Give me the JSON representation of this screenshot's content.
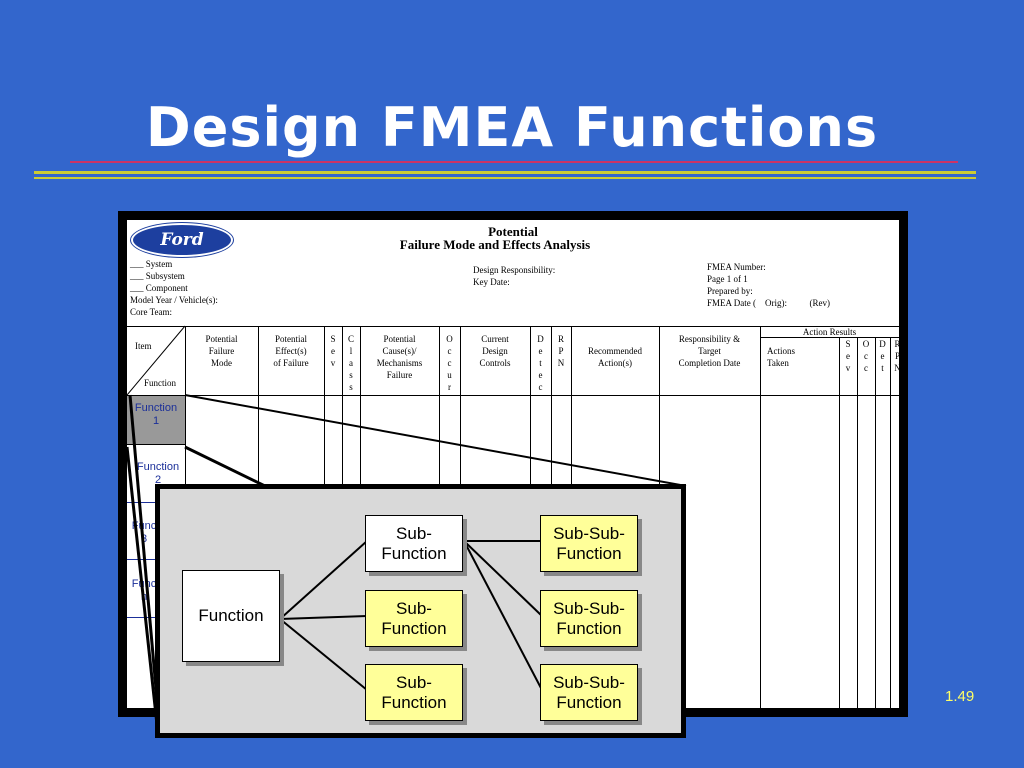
{
  "slide": {
    "title": "Design FMEA Functions",
    "page_number": "1.49"
  },
  "form": {
    "logo_text": "Ford",
    "title_line1": "Potential",
    "title_line2": "Failure Mode and Effects Analysis",
    "left_fields": [
      "___ System",
      "___ Subsystem",
      "___ Component",
      "Model Year / Vehicle(s):",
      "Core Team:"
    ],
    "middle_fields": [
      "Design Responsibility:",
      "Key Date:"
    ],
    "right_fields": [
      "FMEA Number:",
      "Page 1 of 1",
      "Prepared by:",
      "FMEA Date (    Orig):          (Rev)"
    ],
    "action_results": "Action Results",
    "item_header": "Item",
    "function_header": "Function",
    "columns": {
      "failure_mode": "Potential\nFailure\nMode",
      "effects": "Potential\nEffect(s)\nof Failure",
      "sev": "S\ne\nv",
      "class": "C\nl\na\ns\ns",
      "causes": "Potential\nCause(s)/\nMechanisms\nFailure",
      "occur": "O\nc\nc\nu\nr",
      "controls": "Current\nDesign\nControls",
      "detec": "D\ne\nt\ne\nc",
      "rpn": "R\nP\nN",
      "recommended": "Recommended\nAction(s)",
      "responsibility": "Responsibility &\nTarget\nCompletion Date",
      "actions_taken": "Actions\nTaken",
      "sev2": "S\ne\nv",
      "occ2": "O\nc\nc",
      "det2": "D\ne\nt",
      "rpn2": "R\nP\nN"
    },
    "function_rows": [
      "Function\n1",
      "Function\n2",
      "Func\n3",
      "Func\nn"
    ]
  },
  "diagram": {
    "function": "Function",
    "sub_functions": [
      "Sub-\nFunction",
      "Sub-\nFunction",
      "Sub-\nFunction"
    ],
    "sub_sub_functions": [
      "Sub-Sub-\nFunction",
      "Sub-Sub-\nFunction",
      "Sub-Sub-\nFunction"
    ]
  }
}
